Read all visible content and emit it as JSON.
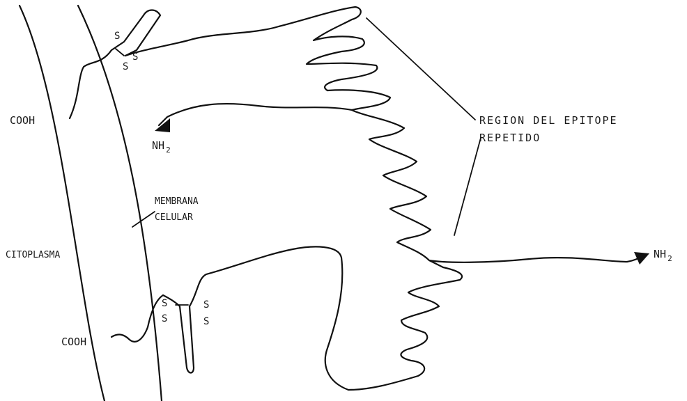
{
  "labels": {
    "region_line1": "REGION DEL EPITOPE",
    "region_line2": "REPETIDO",
    "membrane_line1": "MEMBRANA",
    "membrane_line2": "CELULAR",
    "cytoplasm": "CITOPLASMA",
    "cooh_top": "COOH",
    "cooh_bottom": "COOH",
    "nh2_left_main": "NH",
    "nh2_left_sub": "2",
    "nh2_right_main": "NH",
    "nh2_right_sub": "2"
  },
  "disulfide": {
    "top_s1": "S",
    "top_s2": "S",
    "top_s3": "S",
    "bottom_s1": "S",
    "bottom_s2": "S",
    "bottom_s3": "S",
    "bottom_s4": "S"
  }
}
